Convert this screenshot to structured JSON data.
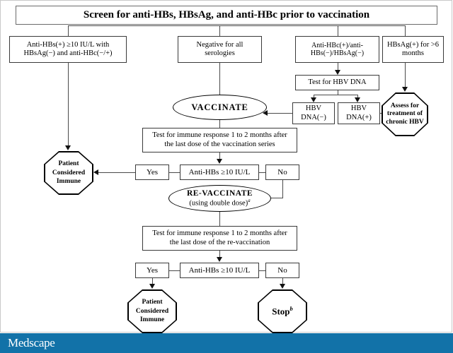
{
  "diagram": {
    "title": "Screen for anti-HBs, HBsAg, and anti-HBc prior to vaccination",
    "nodes": {
      "screen_title": "Screen for anti-HBs, HBsAg, and anti-HBc prior to vaccination",
      "antihbs_pos": "Anti-HBs(+) ≥10 IU/L with HBsAg(−) and anti-HBc(−/+)",
      "negative_all": "Negative for all serologies",
      "antihbc_pos": "Anti-HBc(+)/anti-HBs(−)/HBsAg(−)",
      "hbsag_pos": "HBsAg(+) for >6 months",
      "test_hbv_dna": "Test for HBV DNA",
      "hbv_dna_neg": "HBV DNA(−)",
      "hbv_dna_pos": "HBV DNA(+)",
      "assess_chronic": "Assess for treatment of chronic HBV",
      "vaccinate": "VACCINATE",
      "test_response_1": "Test for immune response 1 to 2 months after the last dose of the vaccination series",
      "decision_1": "Anti-HBs ≥10 IU/L",
      "yes_1": "Yes",
      "no_1": "No",
      "immune_1": "Patient Considered Immune",
      "revaccinate_line1": "RE-VACCINATE",
      "revaccinate_line2": "(using double dose)",
      "revaccinate_sup": "a",
      "test_response_2": "Test for immune response 1 to 2 months after the last dose of the re-vaccination",
      "decision_2": "Anti-HBs ≥10 IU/L",
      "yes_2": "Yes",
      "no_2": "No",
      "immune_2": "Patient Considered Immune",
      "stop": "Stop",
      "stop_sup": "b"
    },
    "colors": {
      "footer_bg": "#1272a8",
      "node_border": "#3a3a3a",
      "connector": "#4a4a4a",
      "background": "#ffffff"
    }
  },
  "footer": {
    "brand": "Medscape"
  }
}
